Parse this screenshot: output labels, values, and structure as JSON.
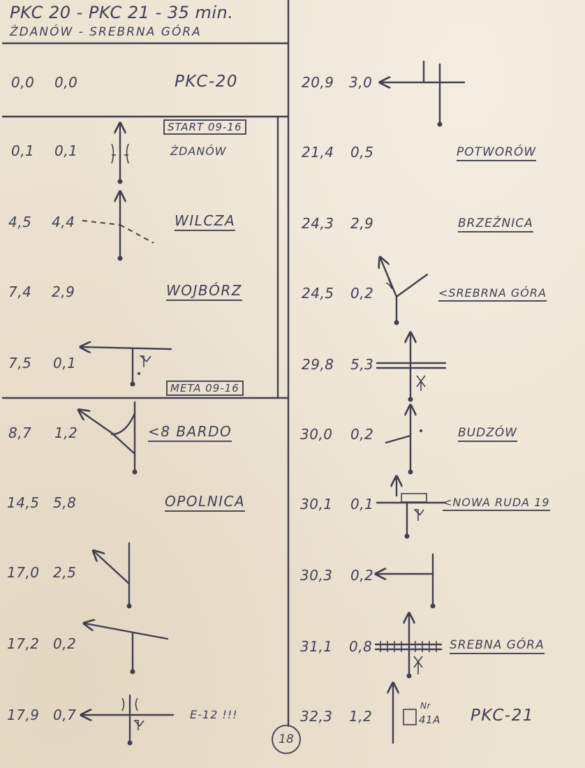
{
  "header": {
    "title": "PKC 20 - PKC 21 - 35 min.",
    "subtitle": "ŻDANÓW - SREBRNA GÓRA"
  },
  "labels": {
    "start": "START 09-16",
    "meta": "META 09-16",
    "page_number": "18",
    "box_ref_top": "Nr",
    "box_ref_bottom": "41A"
  },
  "left_rows": [
    {
      "total": "0,0",
      "partial": "0,0",
      "name": "PKC-20"
    },
    {
      "total": "0,1",
      "partial": "0,1",
      "name": "ŻDANÓW"
    },
    {
      "total": "4,5",
      "partial": "4,4",
      "name": "WILCZA"
    },
    {
      "total": "7,4",
      "partial": "2,9",
      "name": "WOJBÓRZ"
    },
    {
      "total": "7,5",
      "partial": "0,1",
      "name": ""
    },
    {
      "total": "8,7",
      "partial": "1,2",
      "name": "<8 BARDO"
    },
    {
      "total": "14,5",
      "partial": "5,8",
      "name": "OPOLNICA"
    },
    {
      "total": "17,0",
      "partial": "2,5",
      "name": ""
    },
    {
      "total": "17,2",
      "partial": "0,2",
      "name": ""
    },
    {
      "total": "17,9",
      "partial": "0,7",
      "name": "E-12 !!!"
    }
  ],
  "right_rows": [
    {
      "total": "20,9",
      "partial": "3,0",
      "name": ""
    },
    {
      "total": "21,4",
      "partial": "0,5",
      "name": "POTWORÓW"
    },
    {
      "total": "24,3",
      "partial": "2,9",
      "name": "BRZEŹNICA"
    },
    {
      "total": "24,5",
      "partial": "0,2",
      "name": "<SREBRNA GÓRA"
    },
    {
      "total": "29,8",
      "partial": "5,3",
      "name": ""
    },
    {
      "total": "30,0",
      "partial": "0,2",
      "name": "BUDZÓW"
    },
    {
      "total": "30,1",
      "partial": "0,1",
      "name": "<NOWA RUDA 19"
    },
    {
      "total": "30,3",
      "partial": "0,2",
      "name": ""
    },
    {
      "total": "31,1",
      "partial": "0,8",
      "name": "SREBNA GÓRA"
    },
    {
      "total": "32,3",
      "partial": "1,2",
      "name": "PKC-21"
    }
  ]
}
